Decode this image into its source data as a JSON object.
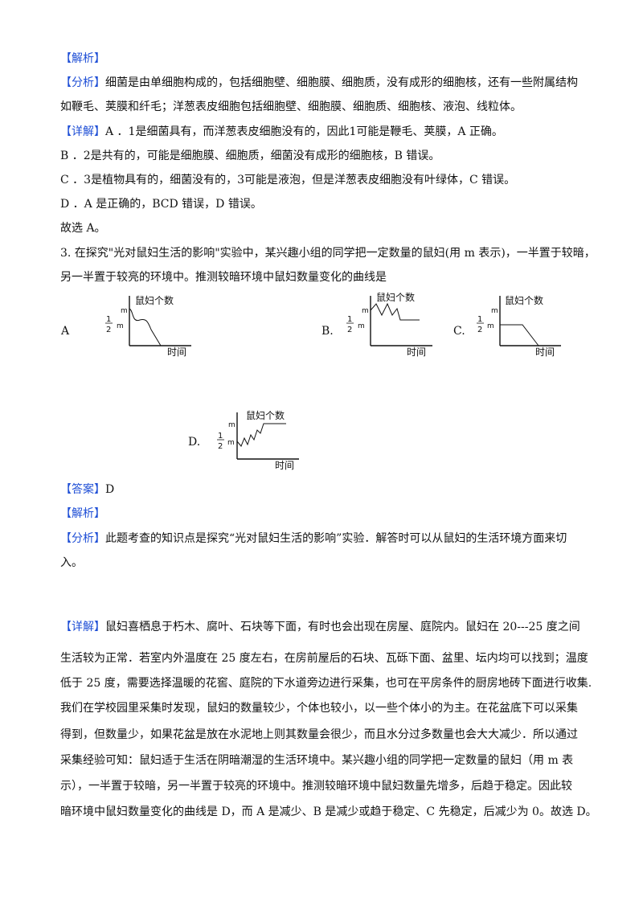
{
  "lines": [
    {
      "tag": "【解析】",
      "text": ""
    },
    {
      "tag": "【分析】",
      "text": "细菌是由单细胞构成的，包括细胞壁、细胞膜、细胞质，没有成形的细胞核，还有一些附属结构"
    },
    {
      "tag": "",
      "text": "如鞭毛、荚膜和纤毛；洋葱表皮细胞包括细胞壁、细胞膜、细胞质、细胞核、液泡、线粒体。"
    },
    {
      "tag": "【详解】",
      "text": "A ．1是细菌具有，而洋葱表皮细胞没有的，因此1可能是鞭毛、荚膜，A 正确。"
    },
    {
      "tag": "",
      "text": "B ．2是共有的，可能是细胞膜、细胞质，细菌没有成形的细胞核，B 错误。"
    },
    {
      "tag": "",
      "text": "C ．3是植物具有的，细菌没有的，3可能是液泡，但是洋葱表皮细胞没有叶绿体，C 错误。"
    },
    {
      "tag": "",
      "text": "D ．A 是正确的，BCD 错误，D 错误。"
    },
    {
      "tag": "",
      "text": "故选 A。"
    },
    {
      "tag": "",
      "text": "3. 在探究\"光对鼠妇生活的影响\"实验中，某兴趣小组的同学把一定数量的鼠妇(用 m 表示)，一半置于较暗，"
    },
    {
      "tag": "",
      "text": "另一半置于较亮的环境中。推测较暗环境中鼠妇数量变化的曲线是"
    }
  ],
  "graphs": {
    "ylabel": "鼠妇个数",
    "xlabel": "时间",
    "m_label": "m",
    "half_num": "1",
    "half_den": "2",
    "options": [
      {
        "label": "A",
        "curve": "decrease"
      },
      {
        "label": "B.",
        "curve": "decrease-then-stable"
      },
      {
        "label": "C.",
        "curve": "stable-then-decrease"
      },
      {
        "label": "D.",
        "curve": "increase-then-stable"
      }
    ]
  },
  "answer": {
    "tag": "【答案】",
    "text": "D"
  },
  "lines2": [
    {
      "tag": "【解析】",
      "text": ""
    },
    {
      "tag": "【分析】",
      "text": "此题考查的知识点是探究“光对鼠妇生活的影响”实验．解答时可以从鼠妇的生活环境方面来切"
    },
    {
      "tag": "",
      "text": "入。"
    }
  ],
  "lines3": [
    {
      "tag": "【详解】",
      "text": "鼠妇喜栖息于朽木、腐叶、石块等下面，有时也会出现在房屋、庭院内。鼠妇在 20---25 度之间"
    },
    {
      "tag": "",
      "text": "生活较为正常．若室内外温度在 25 度左右，在房前屋后的石块、瓦砾下面、盆里、坛内均可以找到；温度"
    },
    {
      "tag": "",
      "text": "低于 25 度，需要选择温暖的花窖、庭院的下水道旁边进行采集，也可在平房条件的厨房地砖下面进行收集."
    },
    {
      "tag": "",
      "text": "我们在学校园里采集时发现，鼠妇的数量较少，个体也较小，以一些个体小的为主。在花盆底下可以采集"
    },
    {
      "tag": "",
      "text": "得到，但数量少，如果花盆是放在水泥地上则其数量会很少，而且水分过多数量也会大大减少．所以通过"
    },
    {
      "tag": "",
      "text": "采集经验可知：鼠妇适于生活在阴暗潮湿的生活环境中。某兴趣小组的同学把一定数量的鼠妇（用 m 表"
    },
    {
      "tag": "",
      "text": "示），一半置于较暗，另一半置于较亮的环境中。推测较暗环境中鼠妇数量先增多，后趋于稳定。因此较"
    },
    {
      "tag": "",
      "text": "暗环境中鼠妇数量变化的曲线是 D，而 A 是减少、B 是减少或趋于稳定、C 先稳定，后减少为 0。故选 D。"
    }
  ]
}
